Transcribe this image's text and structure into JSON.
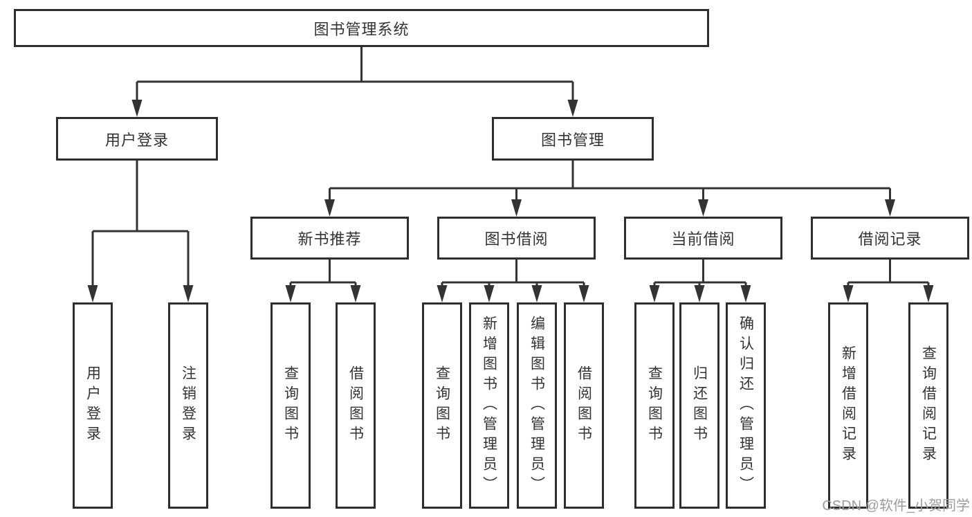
{
  "nodes": {
    "root": "图书管理系统",
    "level2": [
      "用户登录",
      "图书管理"
    ],
    "level3": [
      "新书推荐",
      "图书借阅",
      "当前借阅",
      "借阅记录"
    ],
    "leaves_user_login": [
      "用户登录",
      "注销登录"
    ],
    "leaves_new_book": [
      "查询图书",
      "借阅图书"
    ],
    "leaves_book_borrow": [
      "查询图书",
      "新增图书（管理员）",
      "编辑图书（管理员）",
      "借阅图书"
    ],
    "leaves_current_borrow": [
      "查询图书",
      "归还图书",
      "确认归还（管理员）"
    ],
    "leaves_borrow_record": [
      "新增借阅记录",
      "查询借阅记录"
    ]
  },
  "watermark": {
    "text": "CSDN @软件_小贺同学"
  },
  "colors": {
    "line": "#333333",
    "box_border": "#2e2e2e",
    "text": "#333333",
    "watermark": "#9c9c9c",
    "background": "#ffffff"
  }
}
